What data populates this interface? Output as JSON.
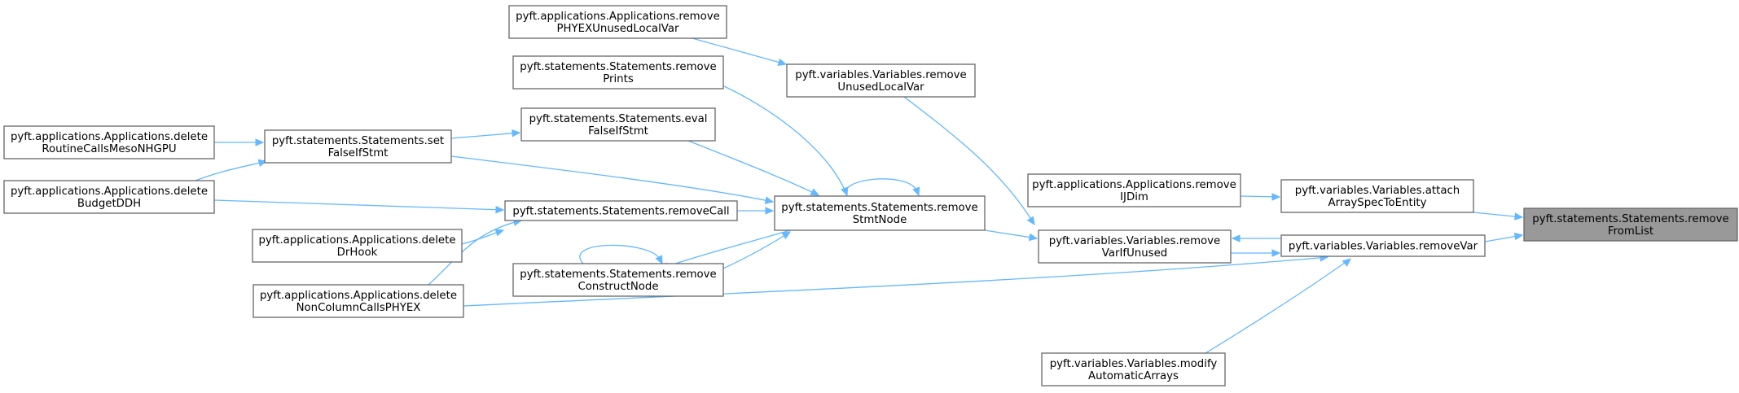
{
  "diagram": {
    "title": "",
    "colors": {
      "edge": "#63b8ff",
      "node_border": "#666666",
      "node_fill": "#ffffff",
      "root_fill": "#999999",
      "text": "#000000"
    },
    "nodes": [
      {
        "id": "removeFromList",
        "lines": [
          "pyft.statements.Statements.remove",
          "FromList"
        ],
        "root": true
      },
      {
        "id": "attachArraySpecToEntity",
        "lines": [
          "pyft.variables.Variables.attach",
          "ArraySpecToEntity"
        ]
      },
      {
        "id": "removeVar",
        "lines": [
          "pyft.variables.Variables.removeVar"
        ]
      },
      {
        "id": "removeIJDim",
        "lines": [
          "pyft.applications.Applications.remove",
          "IJDim"
        ]
      },
      {
        "id": "removeVarIfUnused",
        "lines": [
          "pyft.variables.Variables.remove",
          "VarIfUnused"
        ]
      },
      {
        "id": "removeStmtNode",
        "lines": [
          "pyft.statements.Statements.remove",
          "StmtNode"
        ]
      },
      {
        "id": "modifyAutomaticArrays",
        "lines": [
          "pyft.variables.Variables.modify",
          "AutomaticArrays"
        ]
      },
      {
        "id": "removeUnusedLocalVar",
        "lines": [
          "pyft.variables.Variables.remove",
          "UnusedLocalVar"
        ]
      },
      {
        "id": "removePHYEXUnusedLocalVar",
        "lines": [
          "pyft.applications.Applications.remove",
          "PHYEXUnusedLocalVar"
        ]
      },
      {
        "id": "removePrints",
        "lines": [
          "pyft.statements.Statements.remove",
          "Prints"
        ]
      },
      {
        "id": "evalFalseIfStmt",
        "lines": [
          "pyft.statements.Statements.eval",
          "FalseIfStmt"
        ]
      },
      {
        "id": "removeCall",
        "lines": [
          "pyft.statements.Statements.removeCall"
        ]
      },
      {
        "id": "removeConstructNode",
        "lines": [
          "pyft.statements.Statements.remove",
          "ConstructNode"
        ]
      },
      {
        "id": "setFalseIfStmt",
        "lines": [
          "pyft.statements.Statements.set",
          "FalseIfStmt"
        ]
      },
      {
        "id": "deleteRoutineCallsMesoNHGPU",
        "lines": [
          "pyft.applications.Applications.delete",
          "RoutineCallsMesoNHGPU"
        ]
      },
      {
        "id": "deleteBudgetDDH",
        "lines": [
          "pyft.applications.Applications.delete",
          "BudgetDDH"
        ]
      },
      {
        "id": "deleteDrHook",
        "lines": [
          "pyft.applications.Applications.delete",
          "DrHook"
        ]
      },
      {
        "id": "deleteNonColumnCallsPHYEX",
        "lines": [
          "pyft.applications.Applications.delete",
          "NonColumnCallsPHYEX"
        ]
      }
    ],
    "edges": [
      {
        "from": "attachArraySpecToEntity",
        "to": "removeFromList"
      },
      {
        "from": "removeVar",
        "to": "removeFromList"
      },
      {
        "from": "removeIJDim",
        "to": "attachArraySpecToEntity"
      },
      {
        "from": "removeVarIfUnused",
        "to": "removeVar"
      },
      {
        "from": "removeVar",
        "to": "removeVarIfUnused"
      },
      {
        "from": "modifyAutomaticArrays",
        "to": "removeVar"
      },
      {
        "from": "deleteNonColumnCallsPHYEX",
        "to": "removeVar"
      },
      {
        "from": "removeStmtNode",
        "to": "removeVarIfUnused"
      },
      {
        "from": "removeUnusedLocalVar",
        "to": "removeVarIfUnused"
      },
      {
        "from": "removePHYEXUnusedLocalVar",
        "to": "removeUnusedLocalVar"
      },
      {
        "from": "removeStmtNode",
        "to": "removeStmtNode"
      },
      {
        "from": "removePrints",
        "to": "removeStmtNode"
      },
      {
        "from": "evalFalseIfStmt",
        "to": "removeStmtNode"
      },
      {
        "from": "setFalseIfStmt",
        "to": "removeStmtNode"
      },
      {
        "from": "removeCall",
        "to": "removeStmtNode"
      },
      {
        "from": "removeConstructNode",
        "to": "removeStmtNode"
      },
      {
        "from": "removeStmtNode",
        "to": "removeConstructNode"
      },
      {
        "from": "removeConstructNode",
        "to": "removeConstructNode"
      },
      {
        "from": "setFalseIfStmt",
        "to": "evalFalseIfStmt"
      },
      {
        "from": "deleteRoutineCallsMesoNHGPU",
        "to": "setFalseIfStmt"
      },
      {
        "from": "deleteBudgetDDH",
        "to": "setFalseIfStmt"
      },
      {
        "from": "deleteBudgetDDH",
        "to": "removeCall"
      },
      {
        "from": "deleteDrHook",
        "to": "removeCall"
      },
      {
        "from": "deleteNonColumnCallsPHYEX",
        "to": "removeCall"
      }
    ]
  }
}
